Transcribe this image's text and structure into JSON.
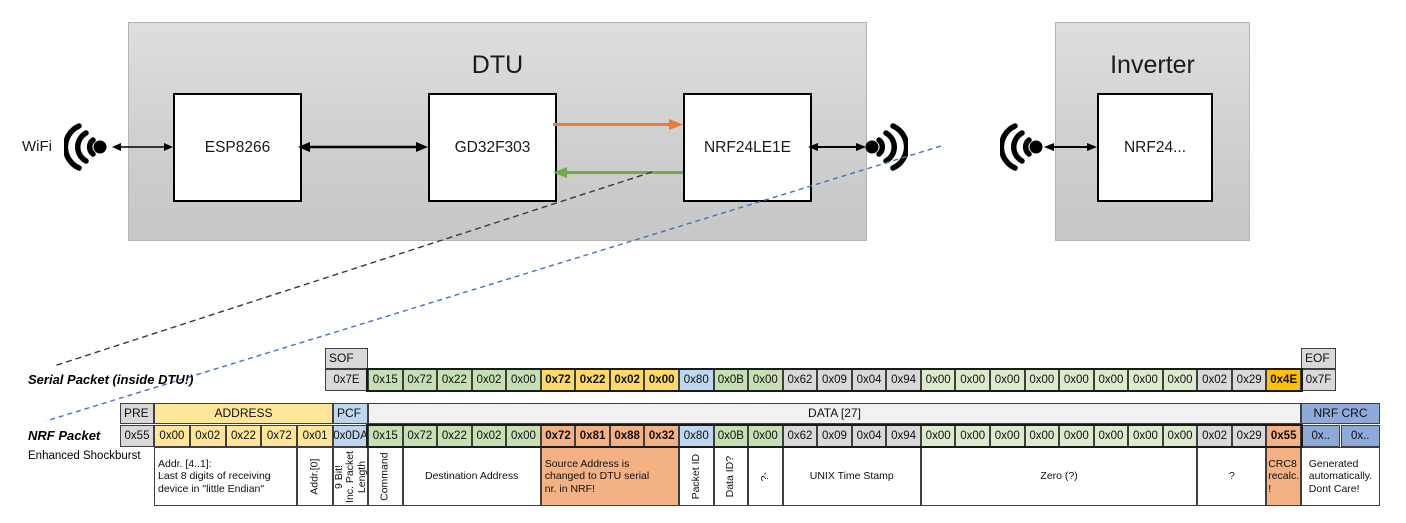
{
  "diagram": {
    "wifi_label": "WiFi",
    "dtu": {
      "title": "DTU",
      "chips": [
        "ESP8266",
        "GD32F303",
        "NRF24LE1E"
      ]
    },
    "inverter": {
      "title": "Inverter",
      "chip": "NRF24..."
    }
  },
  "serial_packet": {
    "label": "Serial Packet (inside DTU!)",
    "sof": {
      "header": "SOF",
      "value": "0x7E"
    },
    "eof": {
      "header": "EOF",
      "value": "0x7F"
    },
    "bytes": [
      {
        "v": "0x15",
        "c": "green"
      },
      {
        "v": "0x72",
        "c": "green"
      },
      {
        "v": "0x22",
        "c": "green"
      },
      {
        "v": "0x02",
        "c": "green"
      },
      {
        "v": "0x00",
        "c": "green"
      },
      {
        "v": "0x72",
        "c": "gold",
        "b": true
      },
      {
        "v": "0x22",
        "c": "gold",
        "b": true
      },
      {
        "v": "0x02",
        "c": "gold",
        "b": true
      },
      {
        "v": "0x00",
        "c": "gold",
        "b": true
      },
      {
        "v": "0x80",
        "c": "light_blue"
      },
      {
        "v": "0x0B",
        "c": "green"
      },
      {
        "v": "0x00",
        "c": "green"
      },
      {
        "v": "0x62",
        "c": "gray"
      },
      {
        "v": "0x09",
        "c": "gray"
      },
      {
        "v": "0x04",
        "c": "gray"
      },
      {
        "v": "0x94",
        "c": "gray"
      },
      {
        "v": "0x00",
        "c": "light_green"
      },
      {
        "v": "0x00",
        "c": "light_green"
      },
      {
        "v": "0x00",
        "c": "light_green"
      },
      {
        "v": "0x00",
        "c": "light_green"
      },
      {
        "v": "0x00",
        "c": "light_green"
      },
      {
        "v": "0x00",
        "c": "light_green"
      },
      {
        "v": "0x00",
        "c": "light_green"
      },
      {
        "v": "0x00",
        "c": "light_green"
      },
      {
        "v": "0x02",
        "c": "gray"
      },
      {
        "v": "0x29",
        "c": "gray"
      },
      {
        "v": "0x4E",
        "c": "orange",
        "b": true
      }
    ]
  },
  "nrf_packet": {
    "label": "NRF Packet",
    "sublabel": "Enhanced Shockburst",
    "pre": {
      "header": "PRE",
      "value": "0x55"
    },
    "address": {
      "header": "ADDRESS",
      "values": [
        "0x00",
        "0x02",
        "0x22",
        "0x72",
        "0x01"
      ]
    },
    "pcf": {
      "header": "PCF",
      "value": "0x0DA"
    },
    "data_header": "DATA [27]",
    "bytes": [
      {
        "v": "0x15",
        "c": "green"
      },
      {
        "v": "0x72",
        "c": "green"
      },
      {
        "v": "0x22",
        "c": "green"
      },
      {
        "v": "0x02",
        "c": "green"
      },
      {
        "v": "0x00",
        "c": "green"
      },
      {
        "v": "0x72",
        "c": "salmon",
        "b": true
      },
      {
        "v": "0x81",
        "c": "salmon",
        "b": true
      },
      {
        "v": "0x88",
        "c": "salmon",
        "b": true
      },
      {
        "v": "0x32",
        "c": "salmon",
        "b": true
      },
      {
        "v": "0x80",
        "c": "light_blue"
      },
      {
        "v": "0x0B",
        "c": "green"
      },
      {
        "v": "0x00",
        "c": "green"
      },
      {
        "v": "0x62",
        "c": "gray"
      },
      {
        "v": "0x09",
        "c": "gray"
      },
      {
        "v": "0x04",
        "c": "gray"
      },
      {
        "v": "0x94",
        "c": "gray"
      },
      {
        "v": "0x00",
        "c": "light_green"
      },
      {
        "v": "0x00",
        "c": "light_green"
      },
      {
        "v": "0x00",
        "c": "light_green"
      },
      {
        "v": "0x00",
        "c": "light_green"
      },
      {
        "v": "0x00",
        "c": "light_green"
      },
      {
        "v": "0x00",
        "c": "light_green"
      },
      {
        "v": "0x00",
        "c": "light_green"
      },
      {
        "v": "0x00",
        "c": "light_green"
      },
      {
        "v": "0x02",
        "c": "gray"
      },
      {
        "v": "0x29",
        "c": "gray"
      },
      {
        "v": "0x55",
        "c": "salmon",
        "b": true
      }
    ],
    "crc": {
      "header": "NRF CRC",
      "values": [
        "0x..",
        "0x.."
      ]
    }
  },
  "annotations": [
    {
      "name": "addr-high",
      "text": "Addr. [4..1]:\nLast 8 digits of receiving\ndevice in \"little Endian\"",
      "from": 1,
      "to": 4,
      "align": "left"
    },
    {
      "name": "addr-low",
      "text": "Addr.[0]",
      "from": 5,
      "to": 5,
      "vertical": true
    },
    {
      "name": "pcf-note",
      "text": "9 Bit!\nInc. Packet\nLength",
      "from": 6,
      "to": 6,
      "vertical": true
    },
    {
      "name": "command",
      "text": "Command",
      "from": 7,
      "to": 7,
      "vertical": true
    },
    {
      "name": "destination-address",
      "text": "Destination Address",
      "from": 8,
      "to": 11
    },
    {
      "name": "source-address",
      "text": "Source Address is\nchanged to DTU serial\nnr. in NRF!",
      "from": 12,
      "to": 15,
      "bg": "salmon",
      "align": "left"
    },
    {
      "name": "packet-id",
      "text": "Packet ID",
      "from": 16,
      "to": 16,
      "vertical": true
    },
    {
      "name": "data-id",
      "text": "Data ID?",
      "from": 17,
      "to": 17,
      "vertical": true
    },
    {
      "name": "unknown",
      "text": "?-",
      "from": 18,
      "to": 18,
      "vertical": true
    },
    {
      "name": "unix-time-stamp",
      "text": "UNIX Time Stamp",
      "from": 19,
      "to": 22
    },
    {
      "name": "zero",
      "text": "Zero (?)",
      "from": 23,
      "to": 30
    },
    {
      "name": "question",
      "text": "?",
      "from": 31,
      "to": 32
    },
    {
      "name": "crc8",
      "text": "CRC8\nrecalc.\n!",
      "from": 33,
      "to": 33,
      "bg": "salmon"
    },
    {
      "name": "nrf-crc-note",
      "text": "Generated\nautomatically.\nDont Care!",
      "from": 34,
      "to": 35
    }
  ],
  "colors": {
    "palette": {
      "green": "#C6E0B4",
      "light_green": "#DCEBCD",
      "gold": "#FFD966",
      "orange": "#FFC000",
      "salmon": "#F4B183",
      "light_blue": "#BDD7EE",
      "gray": "#D9D9D9",
      "crc_blue": "#8EAADB",
      "yellow": "#FFE699",
      "header_gray": "#F2F2F2",
      "white": "#FFFFFF"
    },
    "orange_arrow": "#ED7D31",
    "green_arrow": "#70AD47",
    "leader_black": "#3a3a3a",
    "leader_blue": "#4472C4"
  }
}
